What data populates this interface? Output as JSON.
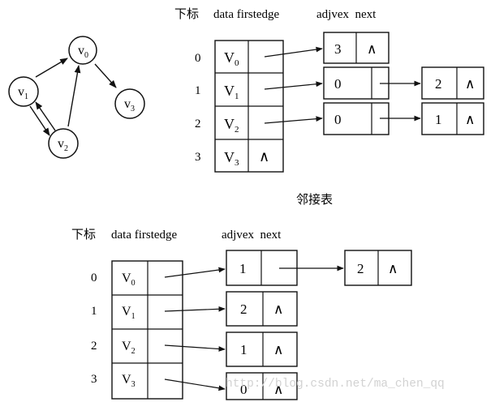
{
  "graph": {
    "nodes": [
      {
        "id": "v0",
        "base": "v",
        "sub": "0"
      },
      {
        "id": "v1",
        "base": "v",
        "sub": "1"
      },
      {
        "id": "v2",
        "base": "v",
        "sub": "2"
      },
      {
        "id": "v3",
        "base": "v",
        "sub": "3"
      }
    ],
    "edges": [
      {
        "from": "v0",
        "to": "v3"
      },
      {
        "from": "v1",
        "to": "v0"
      },
      {
        "from": "v1",
        "to": "v2"
      },
      {
        "from": "v2",
        "to": "v0"
      },
      {
        "from": "v2",
        "to": "v1"
      }
    ]
  },
  "top_table": {
    "header": {
      "index": "下标",
      "fields": "data firstedge",
      "node_fields": "adjvex  next"
    },
    "caption": "邻接表",
    "rows": [
      {
        "index": "0",
        "base": "V",
        "sub": "0"
      },
      {
        "index": "1",
        "base": "V",
        "sub": "1"
      },
      {
        "index": "2",
        "base": "V",
        "sub": "2"
      },
      {
        "index": "3",
        "base": "V",
        "sub": "3",
        "null_symbol": "∧"
      }
    ],
    "nodes": [
      {
        "adjvex": "3",
        "next": "∧"
      },
      {
        "adjvex": "0",
        "next": ""
      },
      {
        "adjvex": "2",
        "next": "∧"
      },
      {
        "adjvex": "0",
        "next": ""
      },
      {
        "adjvex": "1",
        "next": "∧"
      }
    ]
  },
  "bottom_table": {
    "header": {
      "index": "下标",
      "fields": "data firstedge",
      "node_fields": "adjvex  next"
    },
    "rows": [
      {
        "index": "0",
        "base": "V",
        "sub": "0"
      },
      {
        "index": "1",
        "base": "V",
        "sub": "1"
      },
      {
        "index": "2",
        "base": "V",
        "sub": "2"
      },
      {
        "index": "3",
        "base": "V",
        "sub": "3"
      }
    ],
    "nodes": [
      {
        "adjvex": "1",
        "next": ""
      },
      {
        "adjvex": "2",
        "next": "∧"
      },
      {
        "adjvex": "2",
        "next": "∧"
      },
      {
        "adjvex": "1",
        "next": "∧"
      },
      {
        "adjvex": "0",
        "next": "∧"
      }
    ]
  },
  "watermark": "http://blog.csdn.net/ma_chen_qq"
}
